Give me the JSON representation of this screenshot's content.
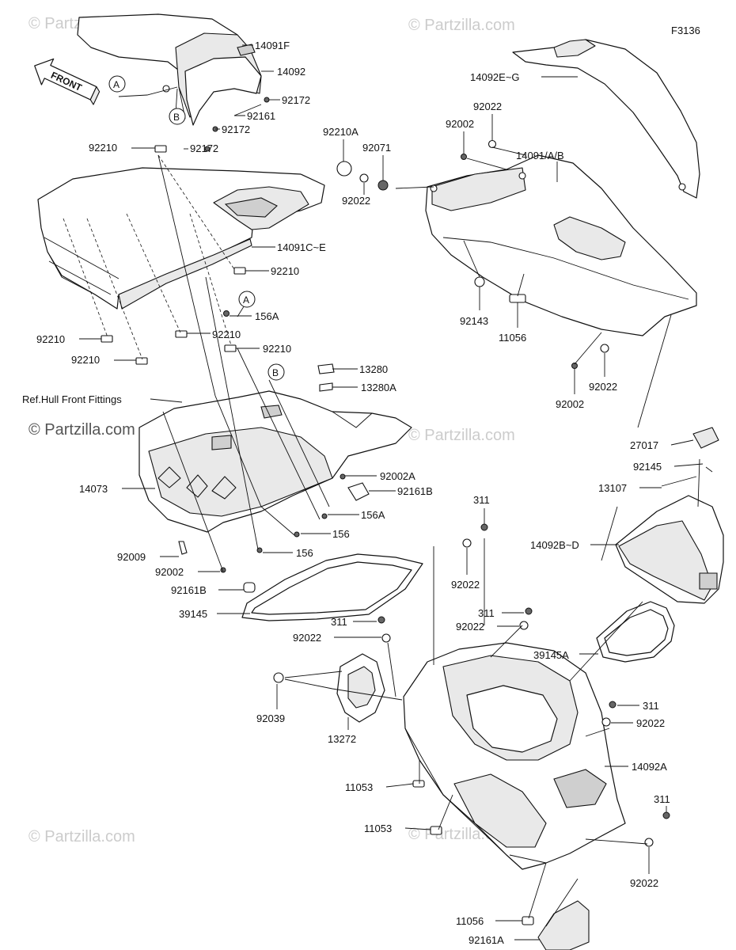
{
  "diagram_code": "F3136",
  "front_label": "FRONT",
  "callouts": {
    "a": "A",
    "b": "B"
  },
  "watermarks": {
    "brand": "© Partzilla.com"
  },
  "reference_note": "Ref.Hull Front Fittings",
  "parts": {
    "p14091F": "14091F",
    "p14092": "14092",
    "p92172a": "92172",
    "p92161": "92161",
    "p92172b": "92172",
    "p92172c": "92172",
    "p92210a": "92210",
    "p14091CE": "14091C~E",
    "p92210b": "92210",
    "p156Aa": "156A",
    "p92210c": "92210",
    "p92210d": "92210",
    "p92210e": "92210",
    "p92210f": "92210",
    "p13280": "13280",
    "p13280A": "13280A",
    "p14073": "14073",
    "p92002Aa": "92002A",
    "p92161Ba": "92161B",
    "p156Ab": "156A",
    "p156a": "156",
    "p156b": "156",
    "p92009": "92009",
    "p92002a": "92002",
    "p92161Bb": "92161B",
    "p39145": "39145",
    "p14092EG": "14092E~G",
    "p92022a": "92022",
    "p92002b": "92002",
    "p92210A": "92210A",
    "p92071": "92071",
    "p14091AB": "14091/A/B",
    "p92022b": "92022",
    "p92143": "92143",
    "p11056a": "11056",
    "p92002c": "92002",
    "p92022c": "92022",
    "p27017": "27017",
    "p92145": "92145",
    "p13107": "13107",
    "p14092BD": "14092B~D",
    "p311a": "311",
    "p92022d": "92022",
    "p311b": "311",
    "p92022e": "92022",
    "p311c": "311",
    "p92022f": "92022",
    "p39145A": "39145A",
    "p92039": "92039",
    "p13272": "13272",
    "p311d": "311",
    "p92022g": "92022",
    "p14092A": "14092A",
    "p11053a": "11053",
    "p11053b": "11053",
    "p311e": "311",
    "p92022h": "92022",
    "p11056b": "11056",
    "p92161A": "92161A"
  }
}
